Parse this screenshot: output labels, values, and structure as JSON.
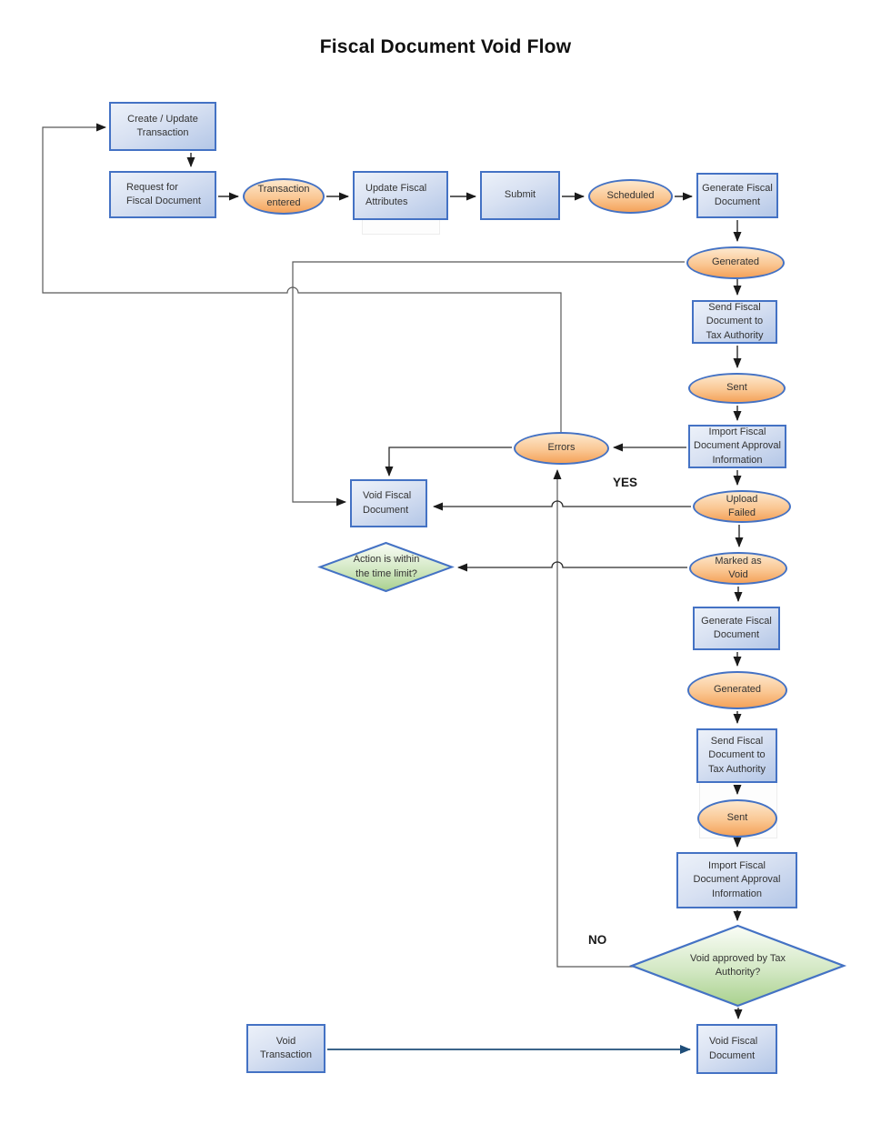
{
  "title": "Fiscal Document Void Flow",
  "edge_labels": {
    "yes": "YES",
    "no": "NO"
  },
  "colors": {
    "shape_border": "#4472C4",
    "box_fill_top": "#ECF1F9",
    "box_fill_bottom": "#B4C7E7",
    "ellipse_fill_top": "#FDE8CD",
    "ellipse_fill_bottom": "#F4A25A",
    "diamond_fill_top": "#FAFDF7",
    "diamond_fill_bottom": "#A9D18E",
    "connector": "#2b2b2b",
    "connector_feedback": "#595959",
    "connector_navy": "#1F4E79",
    "text": "#333333",
    "title_color": "#111111"
  },
  "nodes": {
    "create_update_transaction": "Create / Update\nTransaction",
    "request_for_fiscal_document": "Request for\nFiscal Document",
    "transaction_entered": "Transaction\nentered",
    "update_fiscal_attributes": "Update Fiscal\nAttributes",
    "submit": "Submit",
    "scheduled": "Scheduled",
    "generate_fiscal_document_1": "Generate Fiscal\nDocument",
    "generated_1": "Generated",
    "send_fiscal_document_1": "Send Fiscal\nDocument to\nTax Authority",
    "sent_1": "Sent",
    "import_fiscal_document_1": "Import Fiscal\nDocument Approval\nInformation",
    "errors": "Errors",
    "void_fiscal_document_mid": "Void Fiscal\nDocument",
    "upload_failed": "Upload\nFailed",
    "action_within_time_limit": "Action  is within\nthe time limit?",
    "marked_as_void": "Marked as\nVoid",
    "generate_fiscal_document_2": "Generate Fiscal\nDocument",
    "generated_2": "Generated",
    "send_fiscal_document_2": "Send Fiscal\nDocument to\nTax Authority",
    "sent_2": "Sent",
    "import_fiscal_document_2": "Import Fiscal\nDocument Approval\nInformation",
    "void_approved_by_tax_authority": "Void approved by Tax\nAuthority?",
    "void_transaction": "Void\nTransaction",
    "void_fiscal_document_bottom": "Void Fiscal\nDocument"
  }
}
